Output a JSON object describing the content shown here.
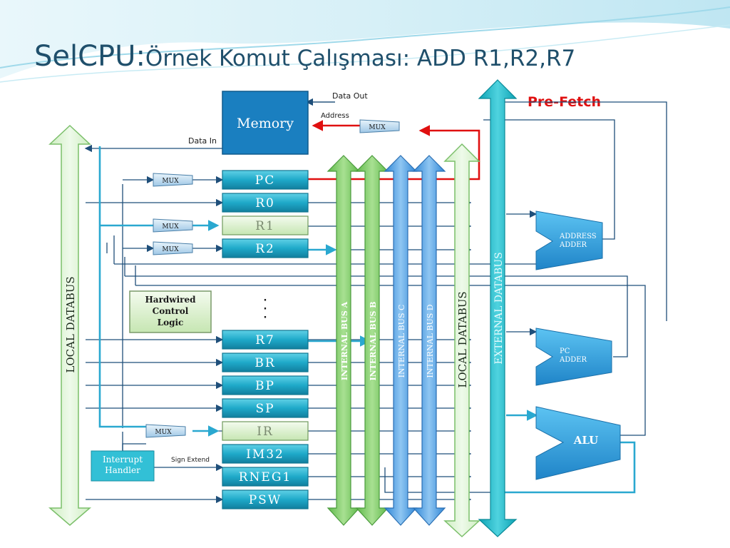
{
  "title": {
    "main": "SelCPU:",
    "sub": "Örnek Komut Çalışması: ADD R1,R2,R7"
  },
  "annotation": {
    "pre_fetch": "Pre-Fetch"
  },
  "memory": {
    "label": "Memory",
    "data_out": "Data Out",
    "address": "Address",
    "data_in": "Data In"
  },
  "muxes": [
    {
      "id": "mux-address",
      "label": "MUX"
    },
    {
      "id": "mux-pc",
      "label": "MUX"
    },
    {
      "id": "mux-r1",
      "label": "MUX"
    },
    {
      "id": "mux-r2",
      "label": "MUX"
    },
    {
      "id": "mux-ir",
      "label": "MUX"
    }
  ],
  "registers": [
    {
      "id": "pc",
      "label": "PC",
      "highlight": false
    },
    {
      "id": "r0",
      "label": "R0",
      "highlight": false
    },
    {
      "id": "r1",
      "label": "R1",
      "highlight": true
    },
    {
      "id": "r2",
      "label": "R2",
      "highlight": false
    },
    {
      "id": "r7",
      "label": "R7",
      "highlight": false
    },
    {
      "id": "br",
      "label": "BR",
      "highlight": false
    },
    {
      "id": "bp",
      "label": "BP",
      "highlight": false
    },
    {
      "id": "sp",
      "label": "SP",
      "highlight": false
    },
    {
      "id": "ir",
      "label": "IR",
      "highlight": true
    },
    {
      "id": "im32",
      "label": "IM32",
      "highlight": false
    },
    {
      "id": "rneg1",
      "label": "RNEG1",
      "highlight": false
    },
    {
      "id": "psw",
      "label": "PSW",
      "highlight": false
    }
  ],
  "ellipsis": "·\n·\n·",
  "control": {
    "hardwired": "Hardwired\nControl\nLogic"
  },
  "interrupt": {
    "label": "Interrupt\nHandler"
  },
  "sign_extend": "Sign Extend",
  "buses": {
    "local_left": "LOCAL  DATABUS",
    "internal_a": "INTERNAL  BUS A",
    "internal_b": "INTERNAL  BUS B",
    "internal_c": "INTERNAL BUS C",
    "internal_d": "INTERNAL BUS D",
    "local_right": "LOCAL  DATABUS",
    "external": "EXTERNAL  DATABUS"
  },
  "units": {
    "address_adder": "ADDRESS\nADDER",
    "pc_adder": "PC\nADDER",
    "alu": "ALU"
  },
  "colors": {
    "title": "#1f4f6b",
    "register_fill": "#1fa9c9",
    "register_highlight": "#d8f0c8",
    "memory_fill": "#1a7fc0",
    "bus_green": "#8fd17a",
    "bus_blue": "#5aa9e6",
    "bus_cyan": "#1cb8c8",
    "line_dark": "#1f4f7a",
    "line_active": "#2aa8d0",
    "line_red": "#e01010",
    "pre_fetch": "#e01010"
  }
}
